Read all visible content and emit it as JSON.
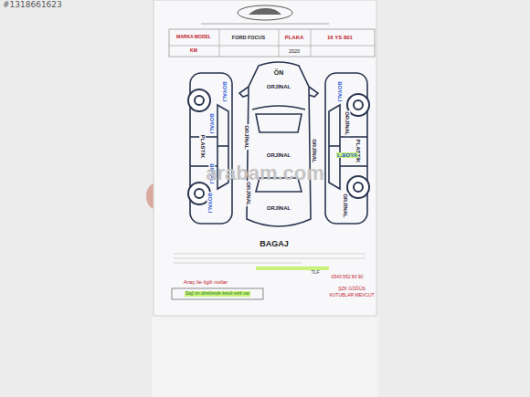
{
  "diagram": {
    "labels": [
      "#1318661623",
      "MARKA MODEL",
      "FORD FOCUS",
      "PLAKA",
      "16 YS 801",
      "KM",
      "2020",
      "ÖN",
      "ORJİNAL",
      "BOYALI",
      "BOYALI",
      "BOYALI",
      "ORJİNAL",
      "PLASTİK",
      "ORJİNAL",
      "ORJİNAL",
      "ORJİNAL",
      "PLASTİK",
      "BOYALI",
      "L.BOYA",
      "BOYALI",
      "ORJİNAL",
      "ORJİNAL",
      "ORJİNAL",
      "BAGAJ",
      "arabam.com",
      "Araç ile ilgili notlar",
      "Sağ ön direklerde kesik ezik var",
      "TLF",
      "0543 952 80 90",
      "ŞZK GÖĞÜS",
      "KUTUBLAR MEVCUT"
    ]
  }
}
